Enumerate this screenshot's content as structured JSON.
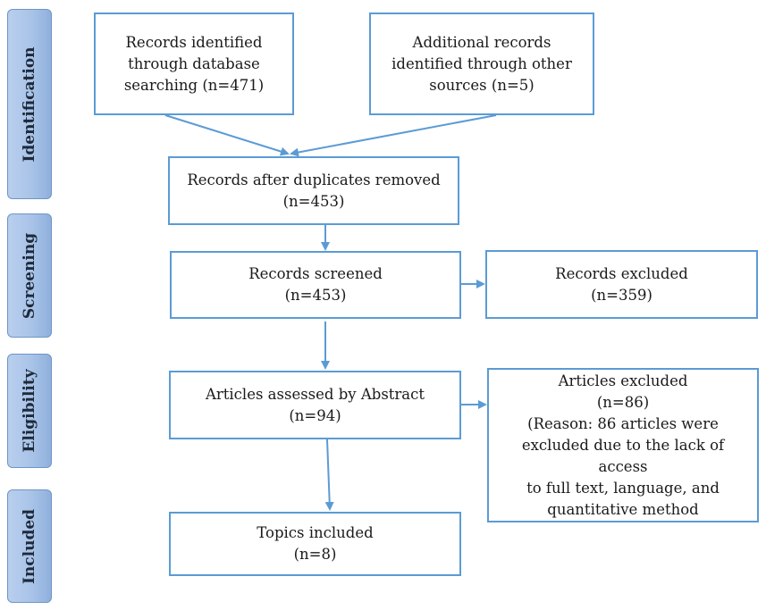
{
  "phases": {
    "identification": "Identification",
    "screening": "Screening",
    "eligibility": "Eligibility",
    "included": "Included"
  },
  "boxes": {
    "database": [
      "Records identified",
      "through database",
      "searching (n=471)"
    ],
    "other_sources": [
      "Additional records",
      "identified through other",
      "sources (n=5)"
    ],
    "duplicates_removed": [
      "Records after duplicates removed",
      "(n=453)"
    ],
    "screened": [
      "Records screened",
      "(n=453)"
    ],
    "excluded": [
      "Records excluded",
      "(n=359)"
    ],
    "assessed": [
      "Articles assessed by Abstract",
      "(n=94)"
    ],
    "articles_excluded": [
      "Articles excluded",
      "(n=86)",
      "(Reason: 86 articles were",
      "excluded due to the lack of access",
      "to full text, language, and",
      "quantitative method"
    ],
    "included": [
      "Topics included",
      "(n=8)"
    ]
  },
  "colors": {
    "box_border": "#5b9bd5",
    "arrow": "#5b9bd5",
    "phase_fill": "#a9c3e8"
  }
}
